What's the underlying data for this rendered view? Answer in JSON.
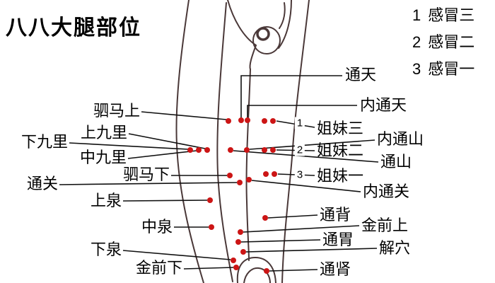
{
  "title": "八八大腿部位",
  "legend": [
    {
      "num": "1",
      "text": "感冒三"
    },
    {
      "num": "2",
      "text": "感冒二"
    },
    {
      "num": "3",
      "text": "感冒一"
    }
  ],
  "left_labels": [
    {
      "text": "驷马上"
    },
    {
      "text": "上九里"
    },
    {
      "text": "下九里"
    },
    {
      "text": "中九里"
    },
    {
      "text": "驷马下"
    },
    {
      "text": "通关"
    },
    {
      "text": "上泉"
    },
    {
      "text": "中泉"
    },
    {
      "text": "下泉"
    },
    {
      "text": "金前下"
    }
  ],
  "right_labels": [
    {
      "text": "通天"
    },
    {
      "text": "内通天"
    },
    {
      "text": "姐妹三"
    },
    {
      "text": "内通山"
    },
    {
      "text": "姐妹二"
    },
    {
      "text": "通山"
    },
    {
      "text": "姐妹一"
    },
    {
      "text": "内通关"
    },
    {
      "text": "通背"
    },
    {
      "text": "金前上"
    },
    {
      "text": "通胃"
    },
    {
      "text": "解穴"
    },
    {
      "text": "通肾"
    }
  ],
  "row_markers": [
    "1",
    "2",
    "3"
  ],
  "colors": {
    "dot": "#cc1515",
    "outline": "#4a3838",
    "line": "#111111",
    "text": "#000000"
  }
}
